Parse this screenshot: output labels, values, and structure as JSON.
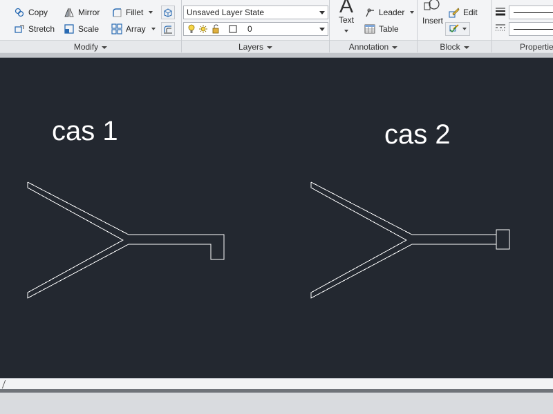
{
  "ribbon": {
    "modify": {
      "title": "Modify",
      "copy": "Copy",
      "stretch": "Stretch",
      "mirror": "Mirror",
      "scale": "Scale",
      "fillet": "Fillet",
      "array": "Array"
    },
    "layers": {
      "title": "Layers",
      "layer_state": "Unsaved Layer State",
      "current_layer": "0"
    },
    "annotation": {
      "title": "Annotation",
      "text": "Text",
      "leader": "Leader",
      "table": "Table"
    },
    "block": {
      "title": "Block",
      "insert": "Insert",
      "edit": "Edit"
    },
    "properties": {
      "title": "Propertie"
    }
  },
  "drawing": {
    "label_1": "cas 1",
    "label_2": "cas 2",
    "background": "#232830",
    "line_color": "#ffffff"
  }
}
